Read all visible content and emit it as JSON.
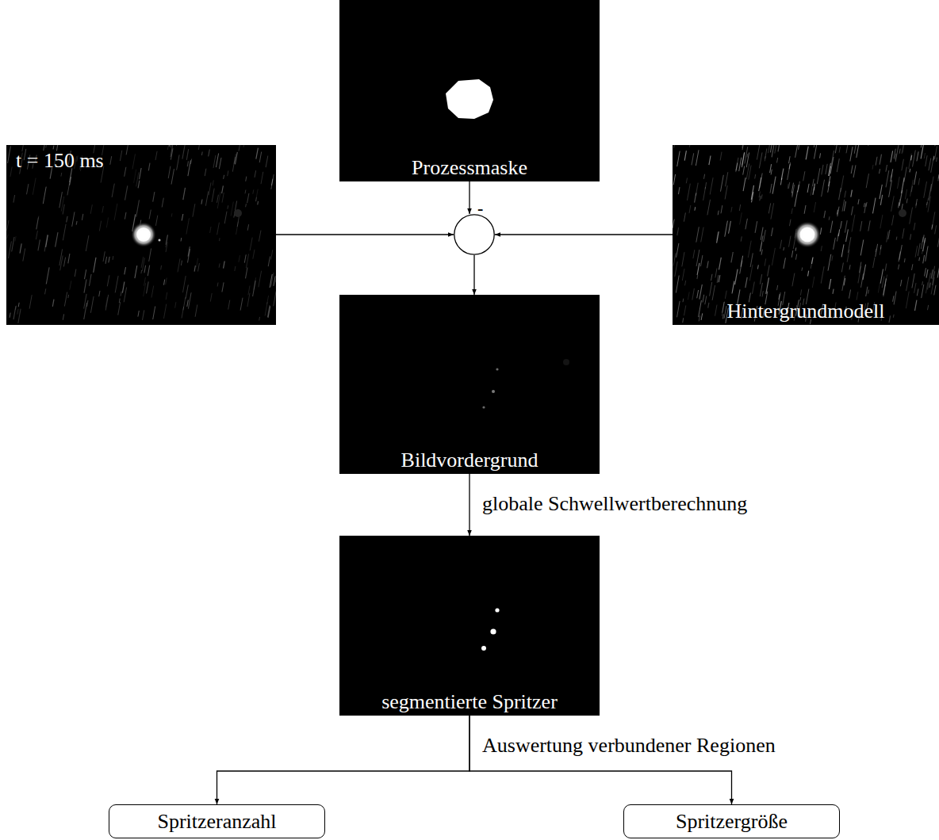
{
  "diagram": {
    "nodes": [
      {
        "text": [
          "Prozessmaske"
        ]
      },
      {
        "text": [
          "t = 150 ms"
        ]
      },
      {
        "text": [
          "-"
        ]
      },
      {
        "text": [
          "Hintergrundmodell"
        ]
      },
      {
        "text": [
          "Bildvordergrund"
        ]
      },
      {
        "text": [
          "segmentierte Spritzer"
        ]
      },
      {
        "text": [
          "Spritzeranzahl"
        ]
      },
      {
        "text": [
          "Spritzergröße"
        ]
      }
    ],
    "edges": [
      {
        "from": 1,
        "to": 2,
        "arrow": "to"
      },
      {
        "from": 3,
        "to": 2,
        "arrow": "to"
      },
      {
        "from": 0,
        "to": 2,
        "arrow": "to"
      },
      {
        "from": 2,
        "to": 4,
        "arrow": "to"
      },
      {
        "from": 4,
        "to": 5,
        "arrow": "to",
        "label": "globale Schwellwertberechnung"
      },
      {
        "from": 5,
        "to": 6,
        "arrow": "to",
        "label": "Auswertung verbundener Regionen"
      },
      {
        "from": 5,
        "to": 7,
        "arrow": "to"
      }
    ]
  }
}
